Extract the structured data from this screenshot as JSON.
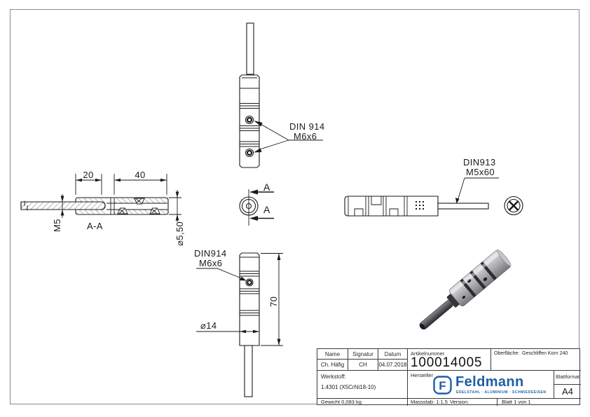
{
  "colors": {
    "ink": "#1a1a1a",
    "frame_gray": "#8c8c8c",
    "brand_blue": "#1d5fa6",
    "iso_body_gray": "#b4b4b8"
  },
  "annotations": {
    "top_view": {
      "line1": "DIN 914",
      "line2": "M6x6"
    },
    "front_view": {
      "line1": "DIN914",
      "line2": "M6x6"
    },
    "side_view": {
      "line1": "DIN913",
      "line2": "M5x60"
    }
  },
  "dimensions": {
    "thread_length": "20",
    "body_length": "40",
    "thread_size": "M5",
    "bore_diameter": "⌀5,50",
    "outer_diameter": "⌀14",
    "total_length": "70",
    "section_label": "A-A",
    "cut_arrow_top": "A",
    "cut_arrow_bottom": "A"
  },
  "title_block": {
    "name_label": "Name",
    "signatur_label": "Signatur",
    "datum_label": "Datum",
    "name_value": "Ch. Häfig",
    "signatur_value": "CH",
    "datum_value": "04.07.2018",
    "artikelnummer_label": "Artikelnummer",
    "artikelnummer_value": "100014005",
    "oberflaeche_label": "Oberfläche:",
    "oberflaeche_value": "Geschliffen Korn 240",
    "werkstoff_label": "Werkstoff:",
    "werkstoff_value": "1.4301 (X5CrNi18-10)",
    "hersteller_label": "Hersteller",
    "blattformat_label": "Blattformat",
    "blattformat_value": "A4",
    "gewicht_text": "Gewicht 0,083 kg",
    "massstab_text": "Massstab: 1:1,5",
    "version_label": "Version:",
    "blatt_text": "Blatt 1 von 1",
    "logo_letter": "F",
    "logo_brand": "Feldmann",
    "logo_tagline": "EDELSTAHL · ALUMINIUM · SCHMIEDEEISEN"
  }
}
